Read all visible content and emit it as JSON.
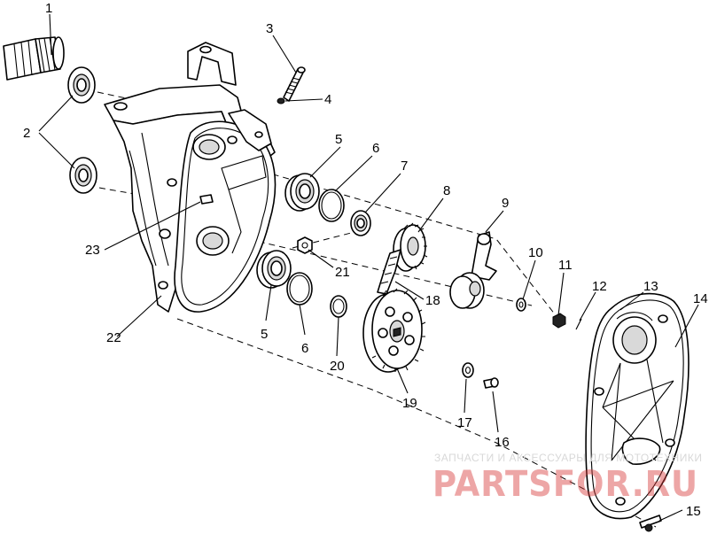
{
  "watermark": {
    "caption": "ЗАПЧАСТИ И АКСЕССУАРЫ ДЛЯ МОТОТЕХНИКИ",
    "brand": "PARTSFOR.RU"
  },
  "callouts": {
    "c1": "1",
    "c2": "2",
    "c3": "3",
    "c4": "4",
    "c5a": "5",
    "c5b": "5",
    "c6a": "6",
    "c6b": "6",
    "c7": "7",
    "c8": "8",
    "c9": "9",
    "c10": "10",
    "c11": "11",
    "c12": "12",
    "c13": "13",
    "c14": "14",
    "c15": "15",
    "c16": "16",
    "c17": "17",
    "c18": "18",
    "c19": "19",
    "c20": "20",
    "c21": "21",
    "c22": "22",
    "c23": "23"
  }
}
